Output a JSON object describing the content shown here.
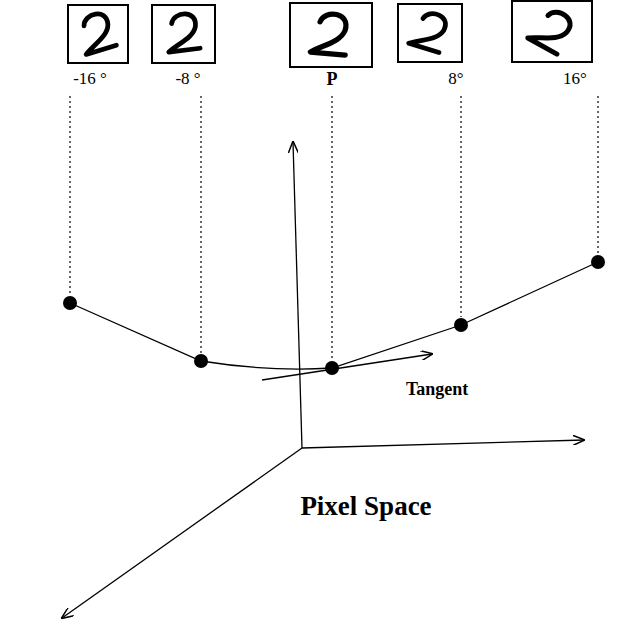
{
  "diagram": {
    "labels": [
      "-16 °",
      "-8 °",
      "P",
      "8°",
      "16°",
      "Tangent",
      "Pixel Space"
    ]
  }
}
